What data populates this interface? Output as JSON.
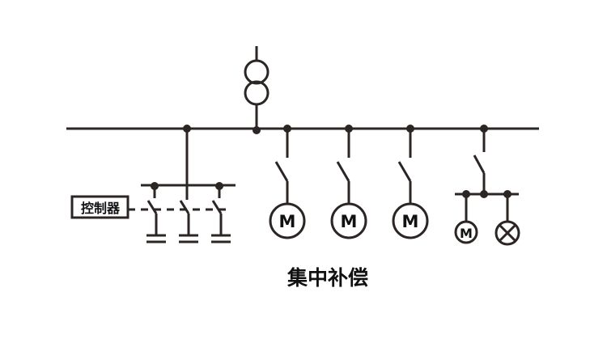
{
  "controller_label": "控制器",
  "motor_label": "M",
  "caption": "集中补偿",
  "line_color": "#2b2523"
}
